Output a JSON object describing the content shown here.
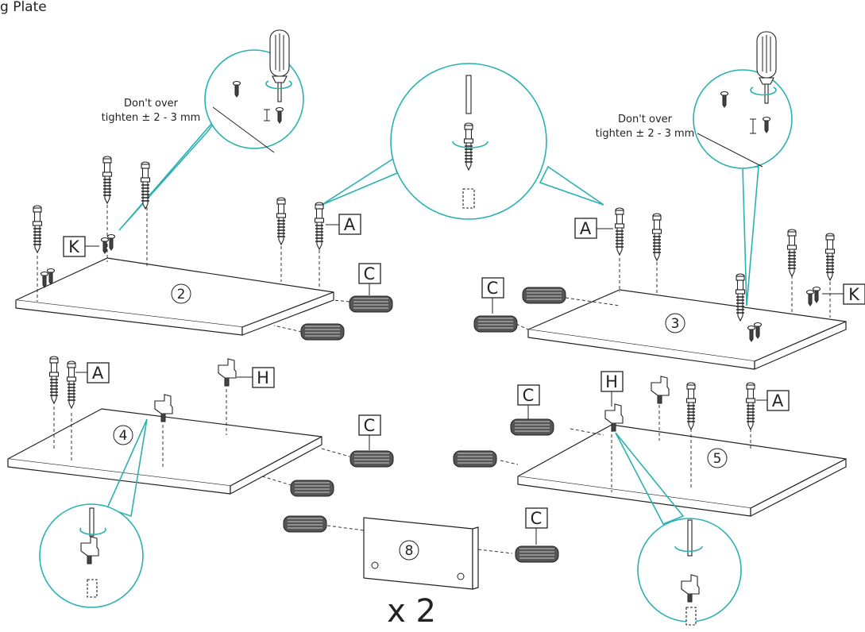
{
  "title": "g Plate",
  "notes": {
    "left": [
      "Don't over",
      "tighten ± 2 - 3 mm"
    ],
    "right": [
      "Don't over",
      "tighten ± 2 - 3 mm"
    ]
  },
  "parts": {
    "A": "A",
    "C": "C",
    "H": "H",
    "K": "K"
  },
  "boards": {
    "b2": "2",
    "b3": "3",
    "b4": "4",
    "b5": "5",
    "b8": "8"
  },
  "multiplier": "x 2",
  "colors": {
    "callout": "#2bb1b1",
    "ink": "#222222"
  },
  "icons": [
    "screwdriver-icon",
    "cam-bolt-icon",
    "dowel-icon",
    "shelf-pin-icon",
    "screw-icon"
  ]
}
